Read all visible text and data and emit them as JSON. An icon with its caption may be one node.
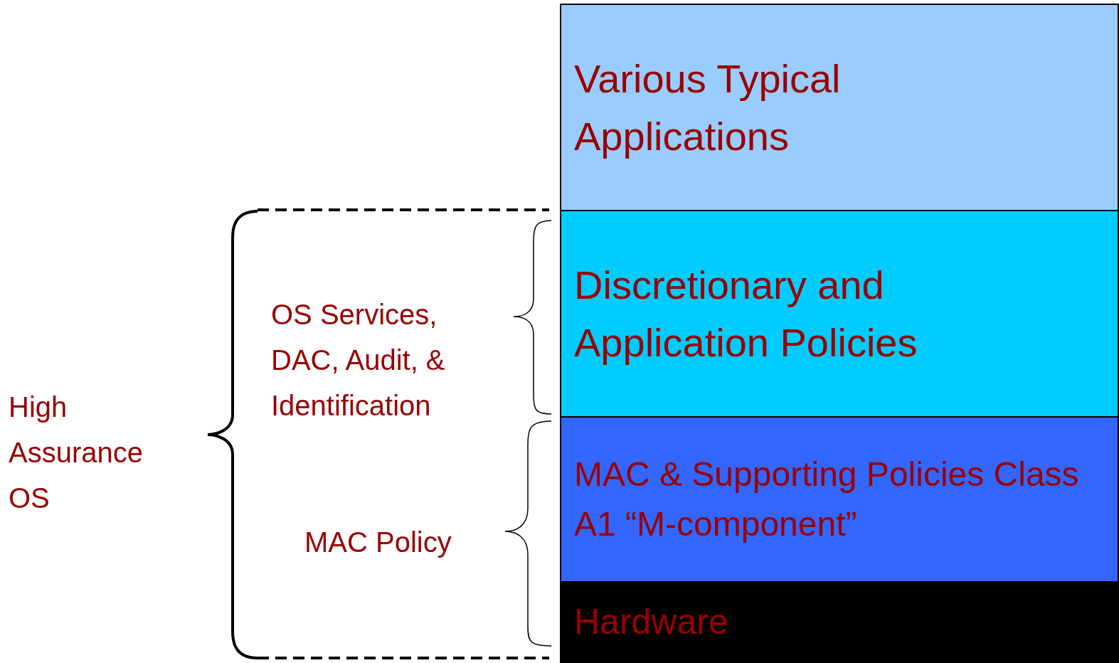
{
  "diagram": {
    "nodes": [
      {
        "text": [
          "Various Typical Applications"
        ]
      },
      {
        "text": [
          "Discretionary and Application Policies"
        ]
      },
      {
        "text": [
          "MAC & Supporting Policies Class A1 “M-component”"
        ]
      },
      {
        "text": [
          "Hardware"
        ]
      }
    ],
    "labels": [
      "OS Services, DAC, Audit, & Identification",
      "High Assurance OS",
      "MAC Policy"
    ]
  }
}
